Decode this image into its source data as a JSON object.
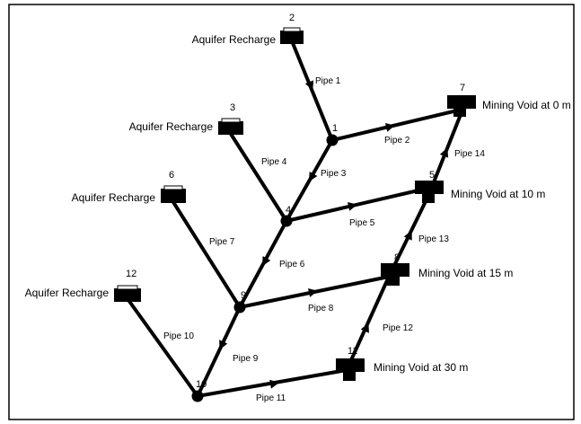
{
  "labels": {
    "recharge": "Aquifer Recharge",
    "void_0": "Mining Void at 0  m",
    "void_10": "Mining Void at 10 m",
    "void_15": "Mining Void at 15 m",
    "void_30": "Mining Void at 30 m"
  },
  "nodes": {
    "n1": "1",
    "n2": "2",
    "n3": "3",
    "n4": "4",
    "n5": "5",
    "n6": "6",
    "n7": "7",
    "n8": "8",
    "n9": "9",
    "n10": "10",
    "n11": "11",
    "n12": "12"
  },
  "pipes": {
    "p1": "Pipe 1",
    "p2": "Pipe 2",
    "p3": "Pipe 3",
    "p4": "Pipe 4",
    "p5": "Pipe 5",
    "p6": "Pipe 6",
    "p7": "Pipe 7",
    "p8": "Pipe 8",
    "p9": "Pipe 9",
    "p10": "Pipe 10",
    "p11": "Pipe 11",
    "p12": "Pipe 12",
    "p13": "Pipe 13",
    "p14": "Pipe 14"
  }
}
